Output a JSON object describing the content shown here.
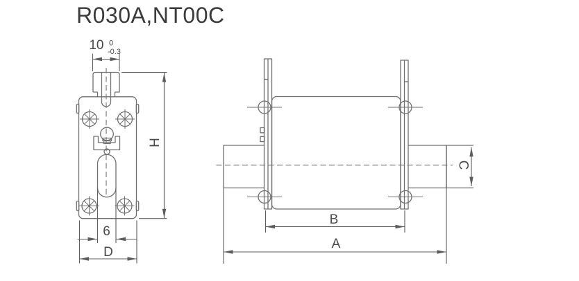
{
  "title": "R030A,NT00C",
  "views": {
    "front": {
      "blade_top_width": {
        "value": "10",
        "tolerance_upper": "0",
        "tolerance_lower": "-0.3"
      },
      "height_label": "H",
      "blade_bottom_width_label": "6",
      "body_width_label": "D"
    },
    "side": {
      "body_length_label": "B",
      "overall_length_label": "A",
      "tab_width_label": "C"
    }
  },
  "colors": {
    "background": "#ffffff",
    "line": "#6f6f6f",
    "dimension": "#5c5c5c",
    "text": "#4a4a4a",
    "title_text": "#3b3b3b"
  }
}
